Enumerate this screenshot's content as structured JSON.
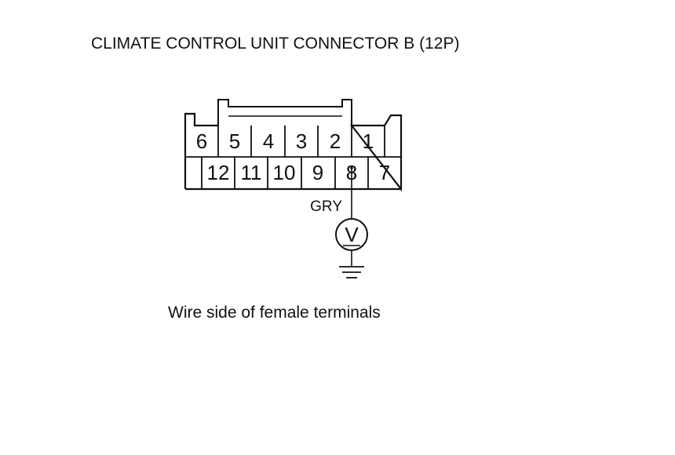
{
  "title": "CLIMATE CONTROL UNIT CONNECTOR B (12P)",
  "caption": "Wire side of female terminals",
  "connector": {
    "top_row": [
      "6",
      "5",
      "4",
      "3",
      "2",
      "1"
    ],
    "bottom_row": [
      "",
      "12",
      "11",
      "10",
      "9",
      "8",
      "7"
    ]
  },
  "wire": {
    "color_code": "GRY",
    "terminal": "8"
  },
  "meter": {
    "symbol": "V"
  }
}
